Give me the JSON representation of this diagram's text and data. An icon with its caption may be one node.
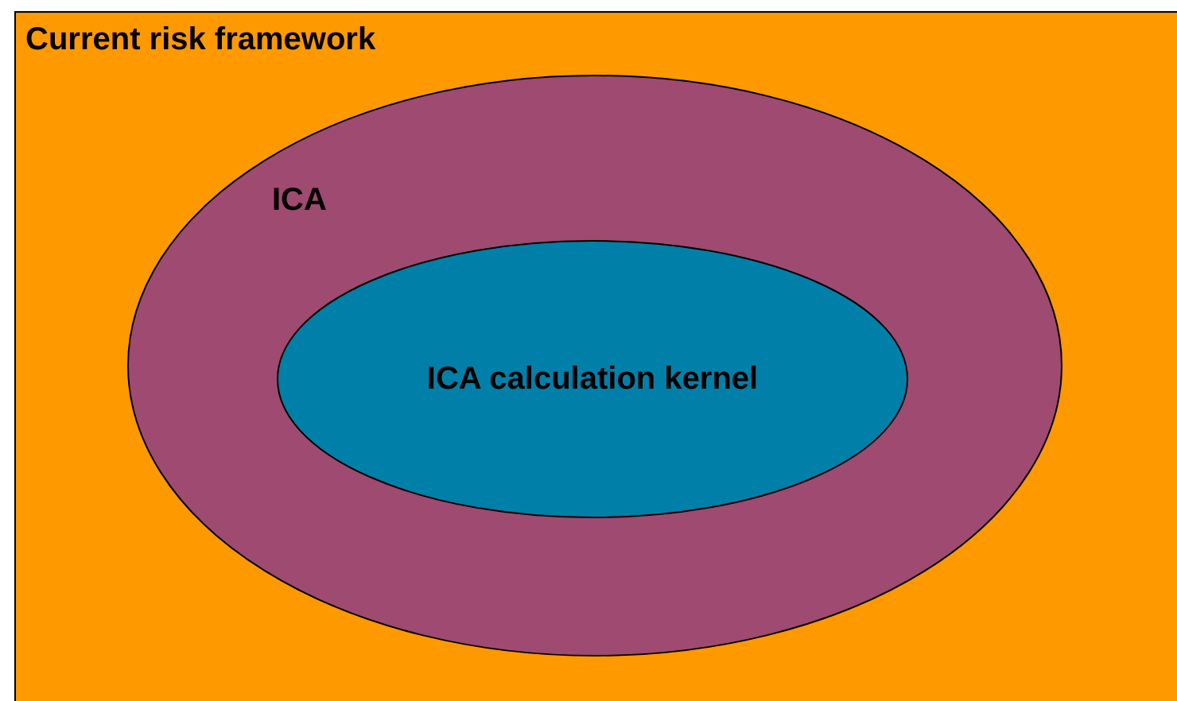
{
  "diagram": {
    "nodes": [
      {
        "text": [
          "Current risk framework"
        ]
      },
      {
        "text": [
          "ICA"
        ],
        "in": 0
      },
      {
        "text": [
          "ICA calculation kernel"
        ],
        "in": 1
      }
    ]
  }
}
